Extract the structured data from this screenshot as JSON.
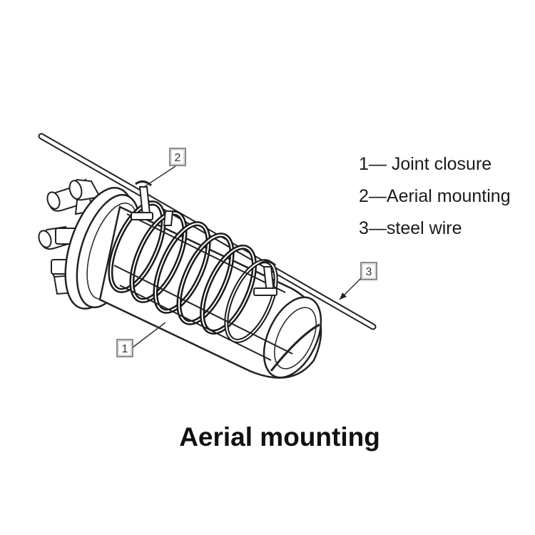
{
  "callouts": [
    {
      "number": "1"
    },
    {
      "number": "2"
    },
    {
      "number": "3"
    }
  ],
  "legend": [
    {
      "text": "1— Joint closure"
    },
    {
      "text": "2—Aerial mounting"
    },
    {
      "text": "3—steel wire"
    }
  ],
  "caption": "Aerial mounting"
}
